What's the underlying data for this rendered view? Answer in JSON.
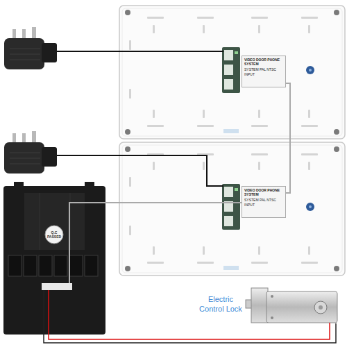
{
  "diagram": {
    "nodes": [
      {
        "text": [
          "VIDEO DOOR PHONE SYSTEM",
          "SYSTEM PAL NTSC",
          "INPUT"
        ]
      },
      {
        "text": [
          "VIDEO DOOR PHONE SYSTEM",
          "SYSTEM PAL NTSC",
          "INPUT"
        ]
      },
      {
        "text": [
          "Q.C PASSED"
        ]
      },
      {
        "text": [
          "Electric Control Lock"
        ]
      }
    ],
    "edges": [
      {
        "from": 0,
        "to": 1,
        "arrow": "none"
      },
      {
        "from": 1,
        "to": 2,
        "arrow": "none"
      },
      {
        "from": 2,
        "to": 3,
        "arrow": "none"
      }
    ]
  }
}
